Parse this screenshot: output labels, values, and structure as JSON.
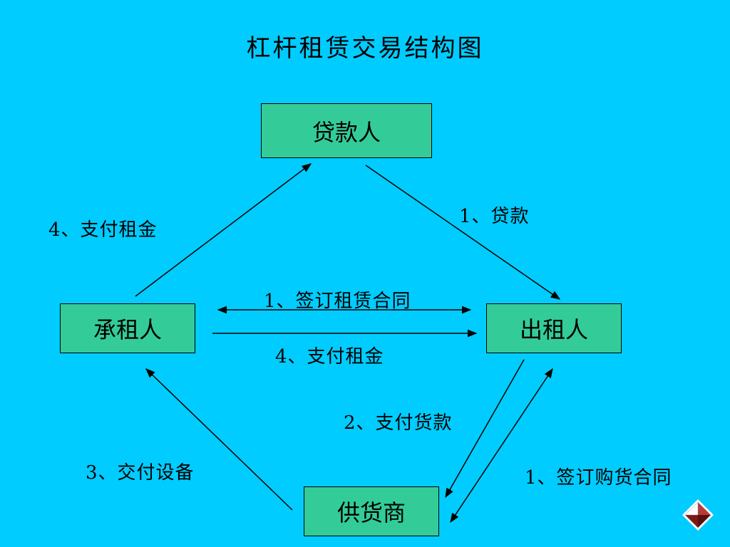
{
  "title": "杠杆租赁交易结构图",
  "nodes": {
    "lender": "贷款人",
    "lessee": "承租人",
    "lessor": "出租人",
    "supplier": "供货商"
  },
  "edges": {
    "loan": "1、贷款",
    "pay_rent_to_lender": "4、支付租金",
    "sign_lease": "1、签订租赁合同",
    "pay_rent_to_lessor": "4、支付租金",
    "pay_goods": "2、支付货款",
    "sign_purchase": "1、签订购货合同",
    "deliver_equipment": "3、交付设备"
  },
  "colors": {
    "background": "#00ccff",
    "node_fill": "#33cc99",
    "line": "#000000"
  }
}
